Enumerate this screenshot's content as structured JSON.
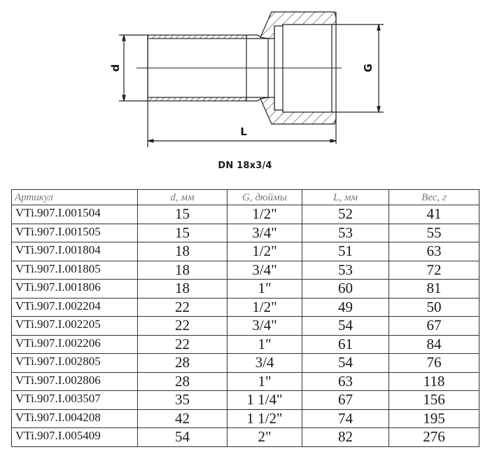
{
  "drawing": {
    "labels": {
      "d": "d",
      "G": "G",
      "L": "L"
    }
  },
  "subtitle": "DN 18x3/4",
  "table": {
    "headers": [
      "Артикул",
      "d, мм",
      "G, дюймы",
      "L, мм",
      "Вес, г"
    ],
    "rows": [
      [
        "VTi.907.I.001504",
        "15",
        "1/2\"",
        "52",
        "41"
      ],
      [
        "VTi.907.I.001505",
        "15",
        "3/4\"",
        "53",
        "55"
      ],
      [
        "VTi.907.I.001804",
        "18",
        "1/2\"",
        "51",
        "63"
      ],
      [
        "VTi.907.I.001805",
        "18",
        "3/4\"",
        "53",
        "72"
      ],
      [
        "VTi.907.I.001806",
        "18",
        "1\"",
        "60",
        "81"
      ],
      [
        "VTi.907.I.002204",
        "22",
        "1/2\"",
        "49",
        "50"
      ],
      [
        "VTi.907.I.002205",
        "22",
        "3/4\"",
        "54",
        "67"
      ],
      [
        "VTi.907.I.002206",
        "22",
        "1\"",
        "61",
        "84"
      ],
      [
        "VTi.907.I.002805",
        "28",
        "3/4",
        "54",
        "76"
      ],
      [
        "VTi.907.I.002806",
        "28",
        "1\"",
        "63",
        "118"
      ],
      [
        "VTi.907.I.003507",
        "35",
        "1 1/4\"",
        "67",
        "156"
      ],
      [
        "VTi.907.I.004208",
        "42",
        "1 1/2\"",
        "74",
        "195"
      ],
      [
        "VTi.907.I.005409",
        "54",
        "2\"",
        "82",
        "276"
      ]
    ]
  }
}
